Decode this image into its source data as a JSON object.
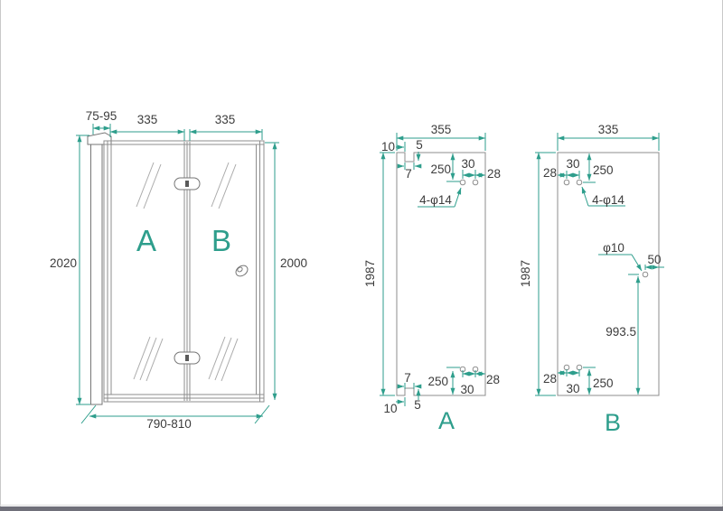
{
  "colors": {
    "dimension_green": "#2E9E8C",
    "dim_text": "#3C3C3C",
    "outline_gray": "#8D8D8D",
    "footer_bar": "#70707A",
    "background": "#FFFFFF"
  },
  "front_view": {
    "panel_a_letter": "A",
    "panel_b_letter": "B",
    "dim_profile_width": "75-95",
    "dim_panel_a_width": "335",
    "dim_panel_b_width": "335",
    "dim_height_left": "2020",
    "dim_height_right": "2000",
    "dim_total_width": "790-810"
  },
  "panel_a": {
    "letter": "A",
    "dim_width": "355",
    "dim_height": "1987",
    "top": {
      "edge_offset": "10",
      "notch_depth": "5",
      "notch_width": "7",
      "hole_distance": "250",
      "hole_spacing": "30",
      "hole_edge": "28",
      "hole_callout": "4-φ14"
    },
    "bottom": {
      "notch_width": "7",
      "hole_distance": "250",
      "hole_spacing": "30",
      "hole_edge": "28",
      "edge_offset": "10",
      "notch_depth": "5"
    }
  },
  "panel_b": {
    "letter": "B",
    "dim_width": "335",
    "dim_height": "1987",
    "top": {
      "hole_edge": "28",
      "hole_spacing": "30",
      "hole_distance": "250",
      "hole_callout": "4-φ14"
    },
    "middle": {
      "knob_hole": "φ10",
      "knob_edge": "50",
      "knob_height": "993.5"
    },
    "bottom": {
      "hole_edge": "28",
      "hole_spacing": "30",
      "hole_distance": "250"
    }
  }
}
